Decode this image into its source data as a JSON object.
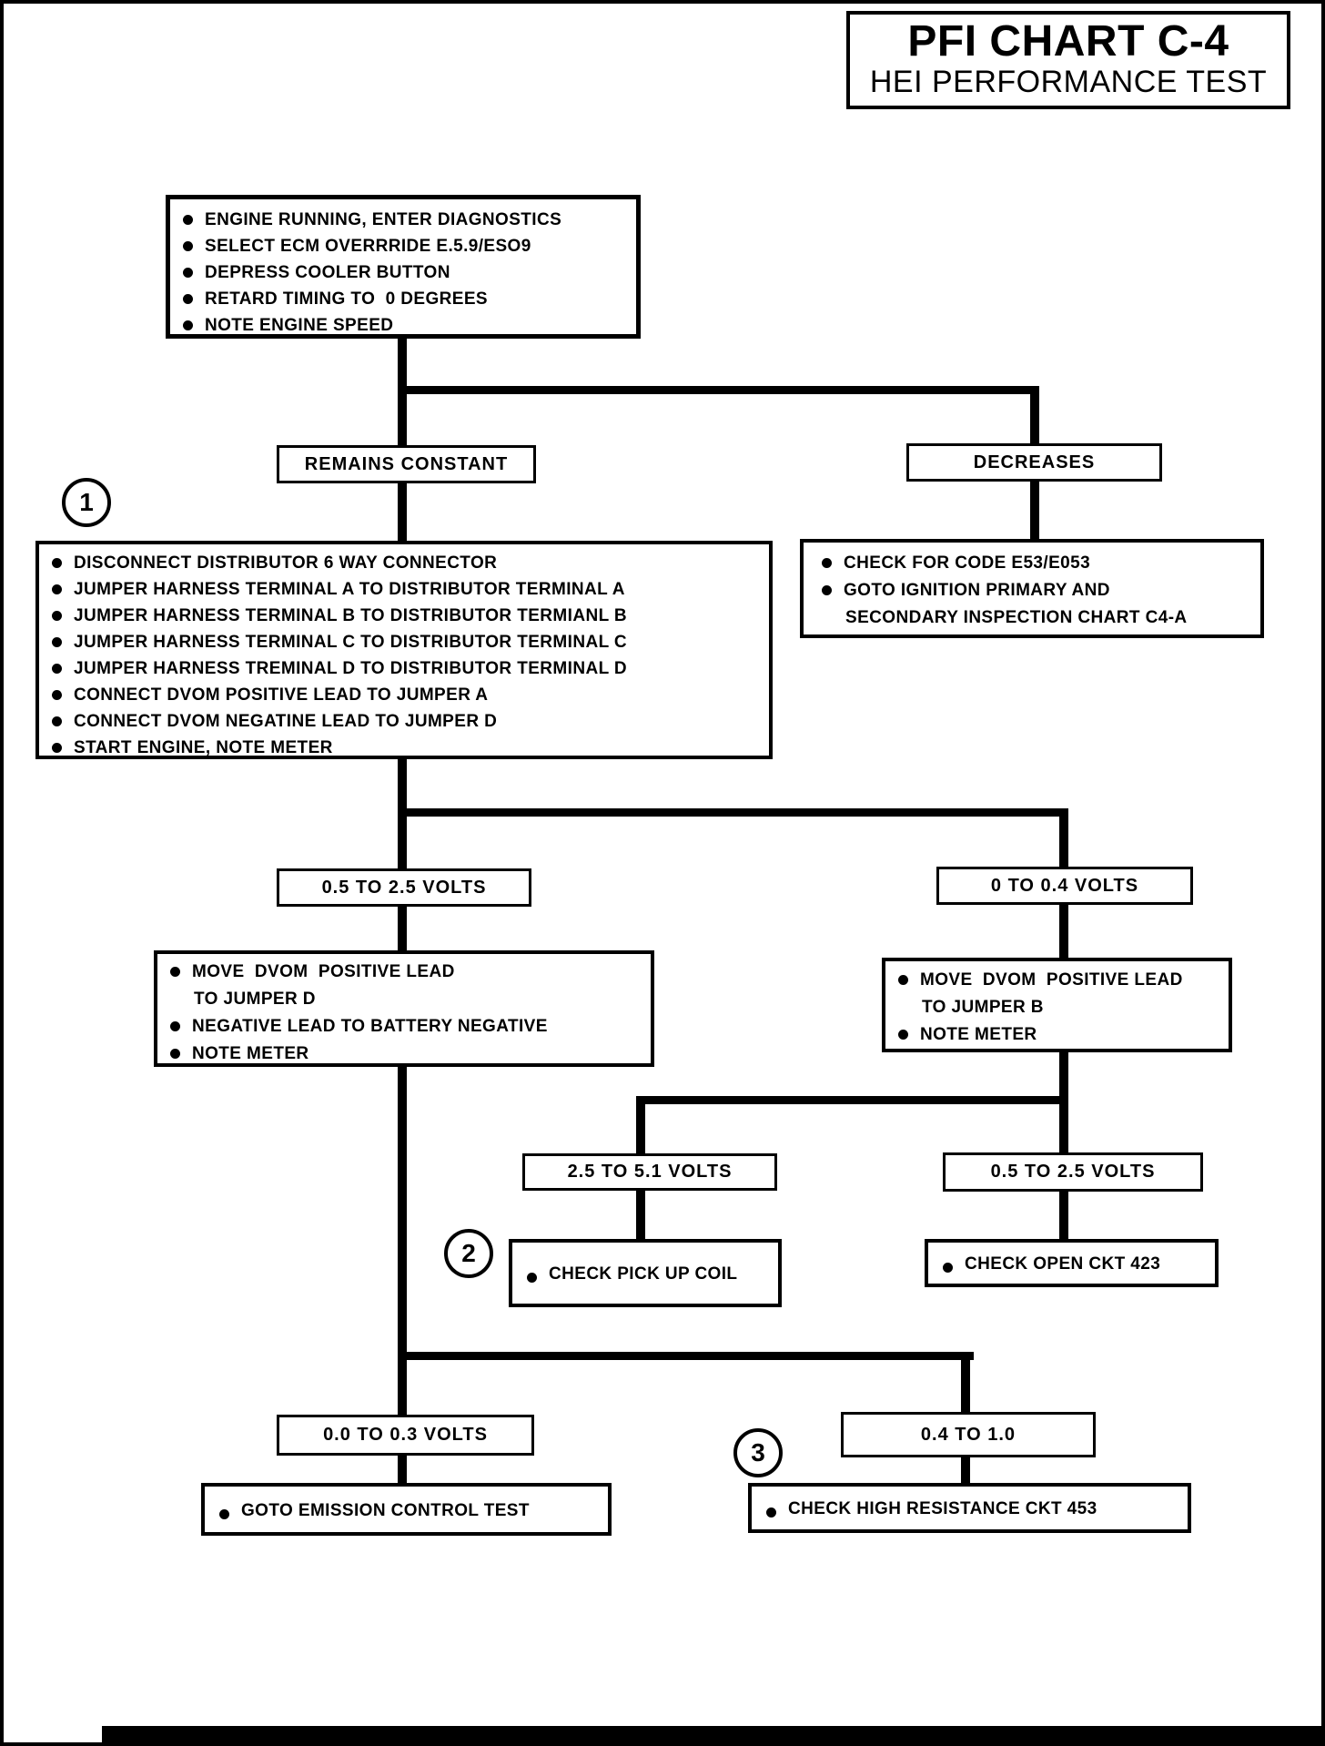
{
  "page": {
    "title_line1": "PFI CHART C-4",
    "title_line2": "HEI PERFORMANCE TEST"
  },
  "badges": {
    "b1": "1",
    "b2": "2",
    "b3": "3"
  },
  "nodes": {
    "start": {
      "items": [
        "ENGINE RUNNING, ENTER DIAGNOSTICS",
        "SELECT ECM OVERRRIDE E.5.9/ESO9",
        "DEPRESS COOLER BUTTON",
        "RETARD TIMING TO  0 DEGREES",
        "NOTE ENGINE SPEED"
      ]
    },
    "remains_constant": "REMAINS CONSTANT",
    "decreases": "DECREASES",
    "disconnect": {
      "items": [
        "DISCONNECT DISTRIBUTOR 6 WAY CONNECTOR",
        "JUMPER HARNESS TERMINAL A TO DISTRIBUTOR TERMINAL A",
        "JUMPER HARNESS TERMINAL B TO DISTRIBUTOR TERMIANL B",
        "JUMPER HARNESS TERMINAL C TO DISTRIBUTOR TERMINAL C",
        "JUMPER HARNESS TREMINAL D TO DISTRIBUTOR TERMINAL D",
        "CONNECT DVOM POSITIVE LEAD TO JUMPER A",
        "CONNECT DVOM NEGATINE LEAD TO JUMPER D",
        "START ENGINE, NOTE METER"
      ]
    },
    "check_code": {
      "lines": [
        "CHECK FOR CODE E53/E053",
        "GOTO IGNITION PRIMARY AND",
        "SECONDARY INSPECTION CHART C4-A"
      ]
    },
    "volts_05_25_a": "0.5 TO 2.5 VOLTS",
    "volts_0_04": "0 TO 0.4 VOLTS",
    "move_d": {
      "lines": [
        "MOVE  DVOM  POSITIVE LEAD",
        "TO JUMPER D",
        "NEGATIVE LEAD TO BATTERY NEGATIVE",
        "NOTE METER"
      ]
    },
    "move_b": {
      "lines": [
        "MOVE  DVOM  POSITIVE LEAD",
        "TO JUMPER B",
        "NOTE METER"
      ]
    },
    "volts_25_51": "2.5 TO 5.1 VOLTS",
    "volts_05_25_b": "0.5 TO 2.5 VOLTS",
    "check_pickup": "CHECK PICK UP COIL",
    "check_open": "CHECK OPEN CKT 423",
    "volts_00_03": "0.0 TO 0.3 VOLTS",
    "volts_04_10": "0.4 TO 1.0",
    "goto_emission": "GOTO EMISSION CONTROL TEST",
    "check_high_res": "CHECK HIGH RESISTANCE CKT 453"
  }
}
